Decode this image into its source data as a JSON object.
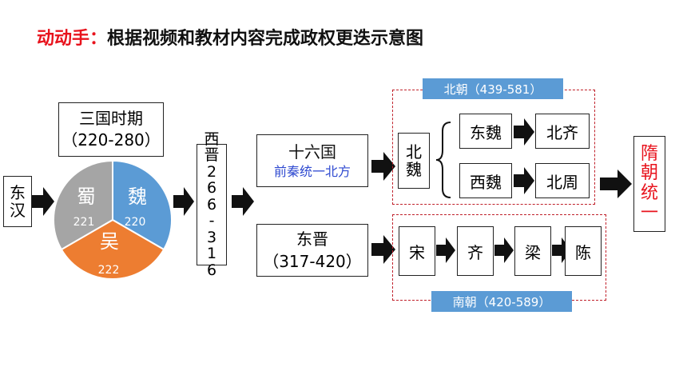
{
  "title": {
    "prefix": "动动手：",
    "text": "根据视频和教材内容完成政权更迭示意图"
  },
  "colors": {
    "red": "#e8131d",
    "blue": "#5b9bd5",
    "orange": "#ed7d31",
    "gray": "#a5a5a5",
    "dash": "#c0202a"
  },
  "donghan": {
    "line1": "东",
    "line2": "汉"
  },
  "sanguo": {
    "label": "三国时期",
    "years": "（220-280）",
    "shu": {
      "name": "蜀",
      "year": "221"
    },
    "wei": {
      "name": "魏",
      "year": "220"
    },
    "wu": {
      "name": "吴",
      "year": "222"
    }
  },
  "xijin": {
    "chars": [
      "西",
      "晋",
      "2",
      "6",
      "6",
      "-",
      "3",
      "1",
      "6"
    ]
  },
  "shiliuguo": {
    "label": "十六国",
    "sub": "前秦统一北方"
  },
  "dongjin": {
    "label": "东晋",
    "years": "（317-420）"
  },
  "beichao": {
    "tag": "北朝（439-581）",
    "beiwei1": "北",
    "beiwei2": "魏",
    "dongwei": "东魏",
    "beiqi": "北齐",
    "xiwei": "西魏",
    "beizhou": "北周"
  },
  "nanchao": {
    "tag": "南朝（420-589）",
    "song": "宋",
    "qi": "齐",
    "liang": "梁",
    "chen": "陈"
  },
  "sui": {
    "c1": "隋",
    "c2": "朝",
    "c3": "统",
    "c4": "一"
  }
}
